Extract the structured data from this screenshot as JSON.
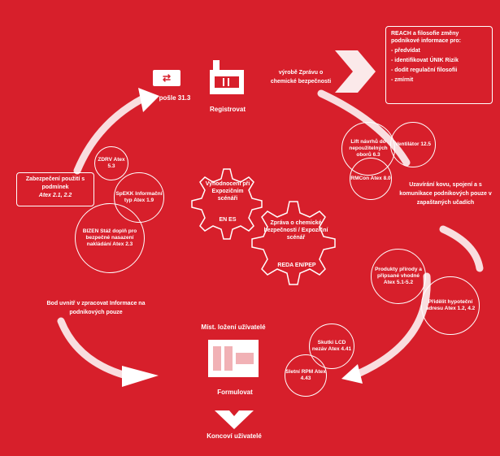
{
  "top_right_box": {
    "heading": "REACH a filosofie změny podnikové informace pro:",
    "items": [
      "předvídat",
      "identifikovat ÚNIK Rizik",
      "dodit regulační filosofii",
      "zmírnit"
    ]
  },
  "register": {
    "label": "Registrovat"
  },
  "ctarrow": {
    "label": "pošle 31.3"
  },
  "nove_latky": {
    "label": "výrobě Zprávu o chemické bezpečnosti"
  },
  "small_top_circles": {
    "c1": "Lift návrhů do nepoužitelných oborů 6.3",
    "c2": "Ventilátor 12.5",
    "c3": "RMCon Atex 8.0"
  },
  "right_label": {
    "text": "Uzavírání kovu, spojení a s komunikace podnikových pouze v zapaštaných učadích"
  },
  "right_circles": {
    "c1": "Produkty přírody a připsané vhodné Atex 5.1-5.2",
    "c2": "Přidělit hypoteční adresu Atex 1.2, 4.2"
  },
  "bottom_right_circles": {
    "c1": "Skutki LCD nezáv Atex 4.41",
    "c2": "Sletní RPM Atex 4.43"
  },
  "bottom": {
    "top_label": "Míst. ložení užívatelé",
    "mid_label": "Formulovat",
    "bottom_label": "Koncoví uživatelé"
  },
  "left_lower": {
    "text": "Bod uvnitř v zpracovat Informace na podnikových pouze"
  },
  "left_box": {
    "text": "Zabezpečení použití s podmínek",
    "sub": "Atex 2.1, 2.2"
  },
  "left_circles": {
    "c1": "ZDRV Atex 5.3",
    "c2": "SpEKK Informační typ Atex 1.9",
    "c3": "BIZEN Stáž doplň pro bezpečné nasazení nakládání Atex 2.3"
  },
  "gear1": {
    "title": "Vyhodnocení při Expozičním scénáři",
    "code": "EN ES"
  },
  "gear2": {
    "title": "Zpráva o chemické bezpečnosti / Expoziční scénář",
    "code": "REDA EN/PEP"
  },
  "icons": {
    "flask": "flask-icon",
    "factory": "factory-icon",
    "person": "person-icon",
    "gear": "gear-icon"
  }
}
